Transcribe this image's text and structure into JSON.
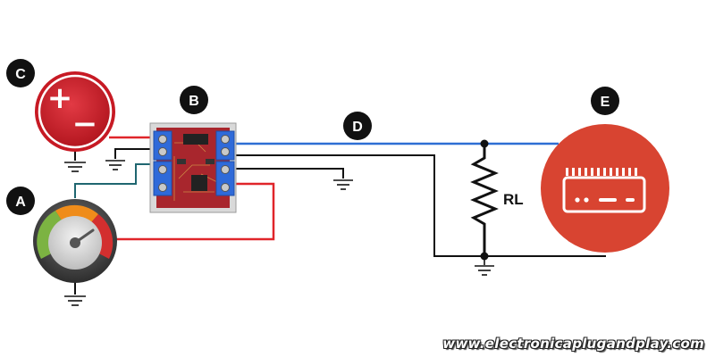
{
  "labels": {
    "battery": "C",
    "sensor": "A",
    "module": "B",
    "signal_line": "D",
    "receiver": "E"
  },
  "load_resistor": "RL",
  "battery_symbols": {
    "plus": "+",
    "minus": "−"
  },
  "watermark": "www.electronicaplugandplay.com",
  "colors": {
    "signal_wire": "#2e6fd4",
    "power_wire": "#e0252a",
    "ground_wire": "#111111",
    "sensor_wire": "#1f6670",
    "receiver_fill": "#d84431",
    "battery_fill": "#d2222e",
    "module_board": "#a8262d",
    "terminal_blue": "#2f6ad9",
    "label_badge": "#111111"
  },
  "icons": {
    "battery": "battery-icon",
    "sensor": "gauge-icon",
    "module": "circuit-board-icon",
    "receiver": "router-device-icon",
    "resistor": "resistor-icon",
    "ground": "ground-icon"
  }
}
